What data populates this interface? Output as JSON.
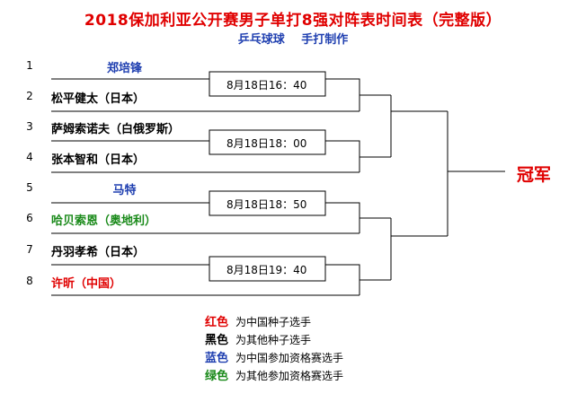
{
  "title": "2018保加利亚公开赛男子单打8强对阵表时间表（完整版）",
  "subtitle": "乒乓球球  手打制作",
  "players": [
    {
      "seed": "1",
      "name": "郑培锋",
      "color": "#1f3fb0"
    },
    {
      "seed": "2",
      "name": "松平健太（日本）",
      "color": "#000000"
    },
    {
      "seed": "3",
      "name": "萨姆索诺夫（白俄罗斯）",
      "color": "#000000"
    },
    {
      "seed": "4",
      "name": "张本智和（日本）",
      "color": "#000000"
    },
    {
      "seed": "5",
      "name": "马特",
      "color": "#1f3fb0"
    },
    {
      "seed": "6",
      "name": "哈贝索恩（奥地利）",
      "color": "#1a8a1a"
    },
    {
      "seed": "7",
      "name": "丹羽孝希（日本）",
      "color": "#000000"
    },
    {
      "seed": "8",
      "name": "许昕（中国）",
      "color": "#e00000"
    }
  ],
  "match_times": [
    "8月18日16：40",
    "8月18日18：00",
    "8月18日18：50",
    "8月18日19：40"
  ],
  "champion": "冠军",
  "legend": [
    {
      "key": "红色",
      "desc": "为中国种子选手",
      "color": "#e00000"
    },
    {
      "key": "黑色",
      "desc": "为其他种子选手",
      "color": "#000000"
    },
    {
      "key": "蓝色",
      "desc": "为中国参加资格赛选手",
      "color": "#1f3fb0"
    },
    {
      "key": "绿色",
      "desc": "为其他参加资格赛选手",
      "color": "#1a8a1a"
    }
  ]
}
